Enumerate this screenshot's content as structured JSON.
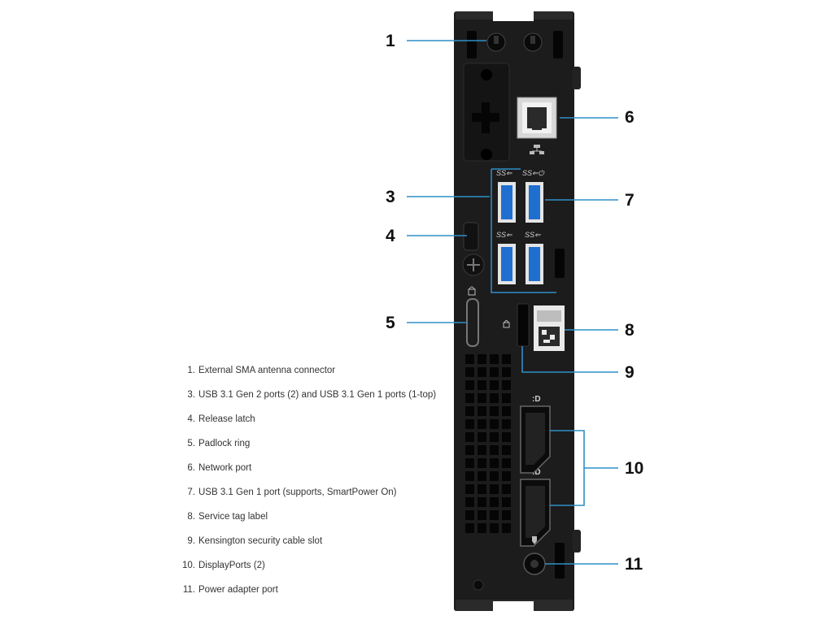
{
  "diagram": {
    "callouts": [
      {
        "id": "1",
        "label": "1"
      },
      {
        "id": "3",
        "label": "3"
      },
      {
        "id": "4",
        "label": "4"
      },
      {
        "id": "5",
        "label": "5"
      },
      {
        "id": "6",
        "label": "6"
      },
      {
        "id": "7",
        "label": "7"
      },
      {
        "id": "8",
        "label": "8"
      },
      {
        "id": "9",
        "label": "9"
      },
      {
        "id": "10",
        "label": "10"
      },
      {
        "id": "11",
        "label": "11"
      }
    ],
    "legend": [
      {
        "num": "1.",
        "text": "External SMA antenna connector"
      },
      {
        "num": "3.",
        "text": "USB 3.1 Gen 2 ports (2) and USB 3.1 Gen 1 ports (1-top)"
      },
      {
        "num": "4.",
        "text": "Release latch"
      },
      {
        "num": "5.",
        "text": "Padlock ring"
      },
      {
        "num": "6.",
        "text": "Network port"
      },
      {
        "num": "7.",
        "text": "USB 3.1 Gen 1 port (supports, SmartPower On)"
      },
      {
        "num": "8.",
        "text": "Service tag label"
      },
      {
        "num": "9.",
        "text": "Kensington security cable slot"
      },
      {
        "num": "10.",
        "text": "DisplayPorts (2)"
      },
      {
        "num": "11.",
        "text": "Power adapter port"
      }
    ],
    "colors": {
      "chassis": "#1c1c1c",
      "panel": "#2b2b2b",
      "leader": "#2f8fc8",
      "usb_blue": "#1f6fd1",
      "text": "#111111"
    },
    "icons": [
      "antenna-connector-icon",
      "network-icon",
      "usb-ss-icon",
      "lock-icon",
      "displayport-icon",
      "power-plug-icon"
    ]
  }
}
